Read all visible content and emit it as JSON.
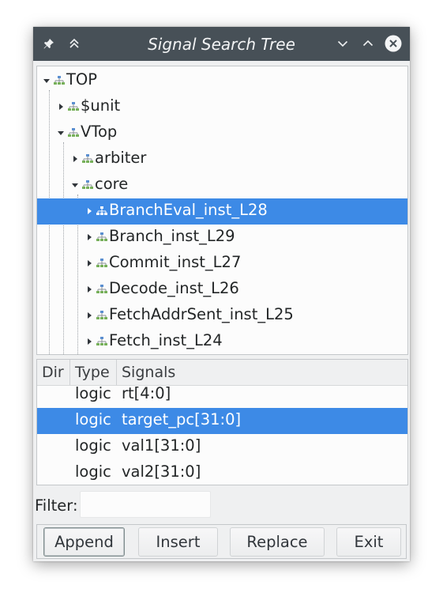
{
  "window": {
    "title": "Signal Search Tree"
  },
  "titlebar_buttons": [
    {
      "name": "pin-icon"
    },
    {
      "name": "keep-above-icon"
    },
    {
      "name": "minimize-icon"
    },
    {
      "name": "maximize-icon"
    },
    {
      "name": "close-icon"
    }
  ],
  "tree": {
    "items": [
      {
        "label": "TOP",
        "depth": 0,
        "expanded": true,
        "selected": false
      },
      {
        "label": "$unit",
        "depth": 1,
        "expanded": false,
        "selected": false
      },
      {
        "label": "VTop",
        "depth": 1,
        "expanded": true,
        "selected": false
      },
      {
        "label": "arbiter",
        "depth": 2,
        "expanded": false,
        "selected": false
      },
      {
        "label": "core",
        "depth": 2,
        "expanded": true,
        "selected": false
      },
      {
        "label": "BranchEval_inst_L28",
        "depth": 3,
        "expanded": false,
        "selected": true
      },
      {
        "label": "Branch_inst_L29",
        "depth": 3,
        "expanded": false,
        "selected": false
      },
      {
        "label": "Commit_inst_L27",
        "depth": 3,
        "expanded": false,
        "selected": false
      },
      {
        "label": "Decode_inst_L26",
        "depth": 3,
        "expanded": false,
        "selected": false
      },
      {
        "label": "FetchAddrSent_inst_L25",
        "depth": 3,
        "expanded": false,
        "selected": false
      },
      {
        "label": "Fetch_inst_L24",
        "depth": 3,
        "expanded": false,
        "selected": false
      }
    ]
  },
  "signals": {
    "columns": [
      "Dir",
      "Type",
      "Signals"
    ],
    "rows": [
      {
        "dir": "",
        "type": "logic",
        "signal": "rt[4:0]",
        "selected": false
      },
      {
        "dir": "",
        "type": "logic",
        "signal": "target_pc[31:0]",
        "selected": true
      },
      {
        "dir": "",
        "type": "logic",
        "signal": "val1[31:0]",
        "selected": false
      },
      {
        "dir": "",
        "type": "logic",
        "signal": "val2[31:0]",
        "selected": false
      }
    ]
  },
  "filter": {
    "label": "Filter:",
    "value": "",
    "placeholder": ""
  },
  "buttons": {
    "append": "Append",
    "insert": "Insert",
    "replace": "Replace",
    "exit": "Exit"
  },
  "colors": {
    "titlebar": "#475057",
    "selection": "#3d8ae6",
    "background": "#eff0f1"
  }
}
